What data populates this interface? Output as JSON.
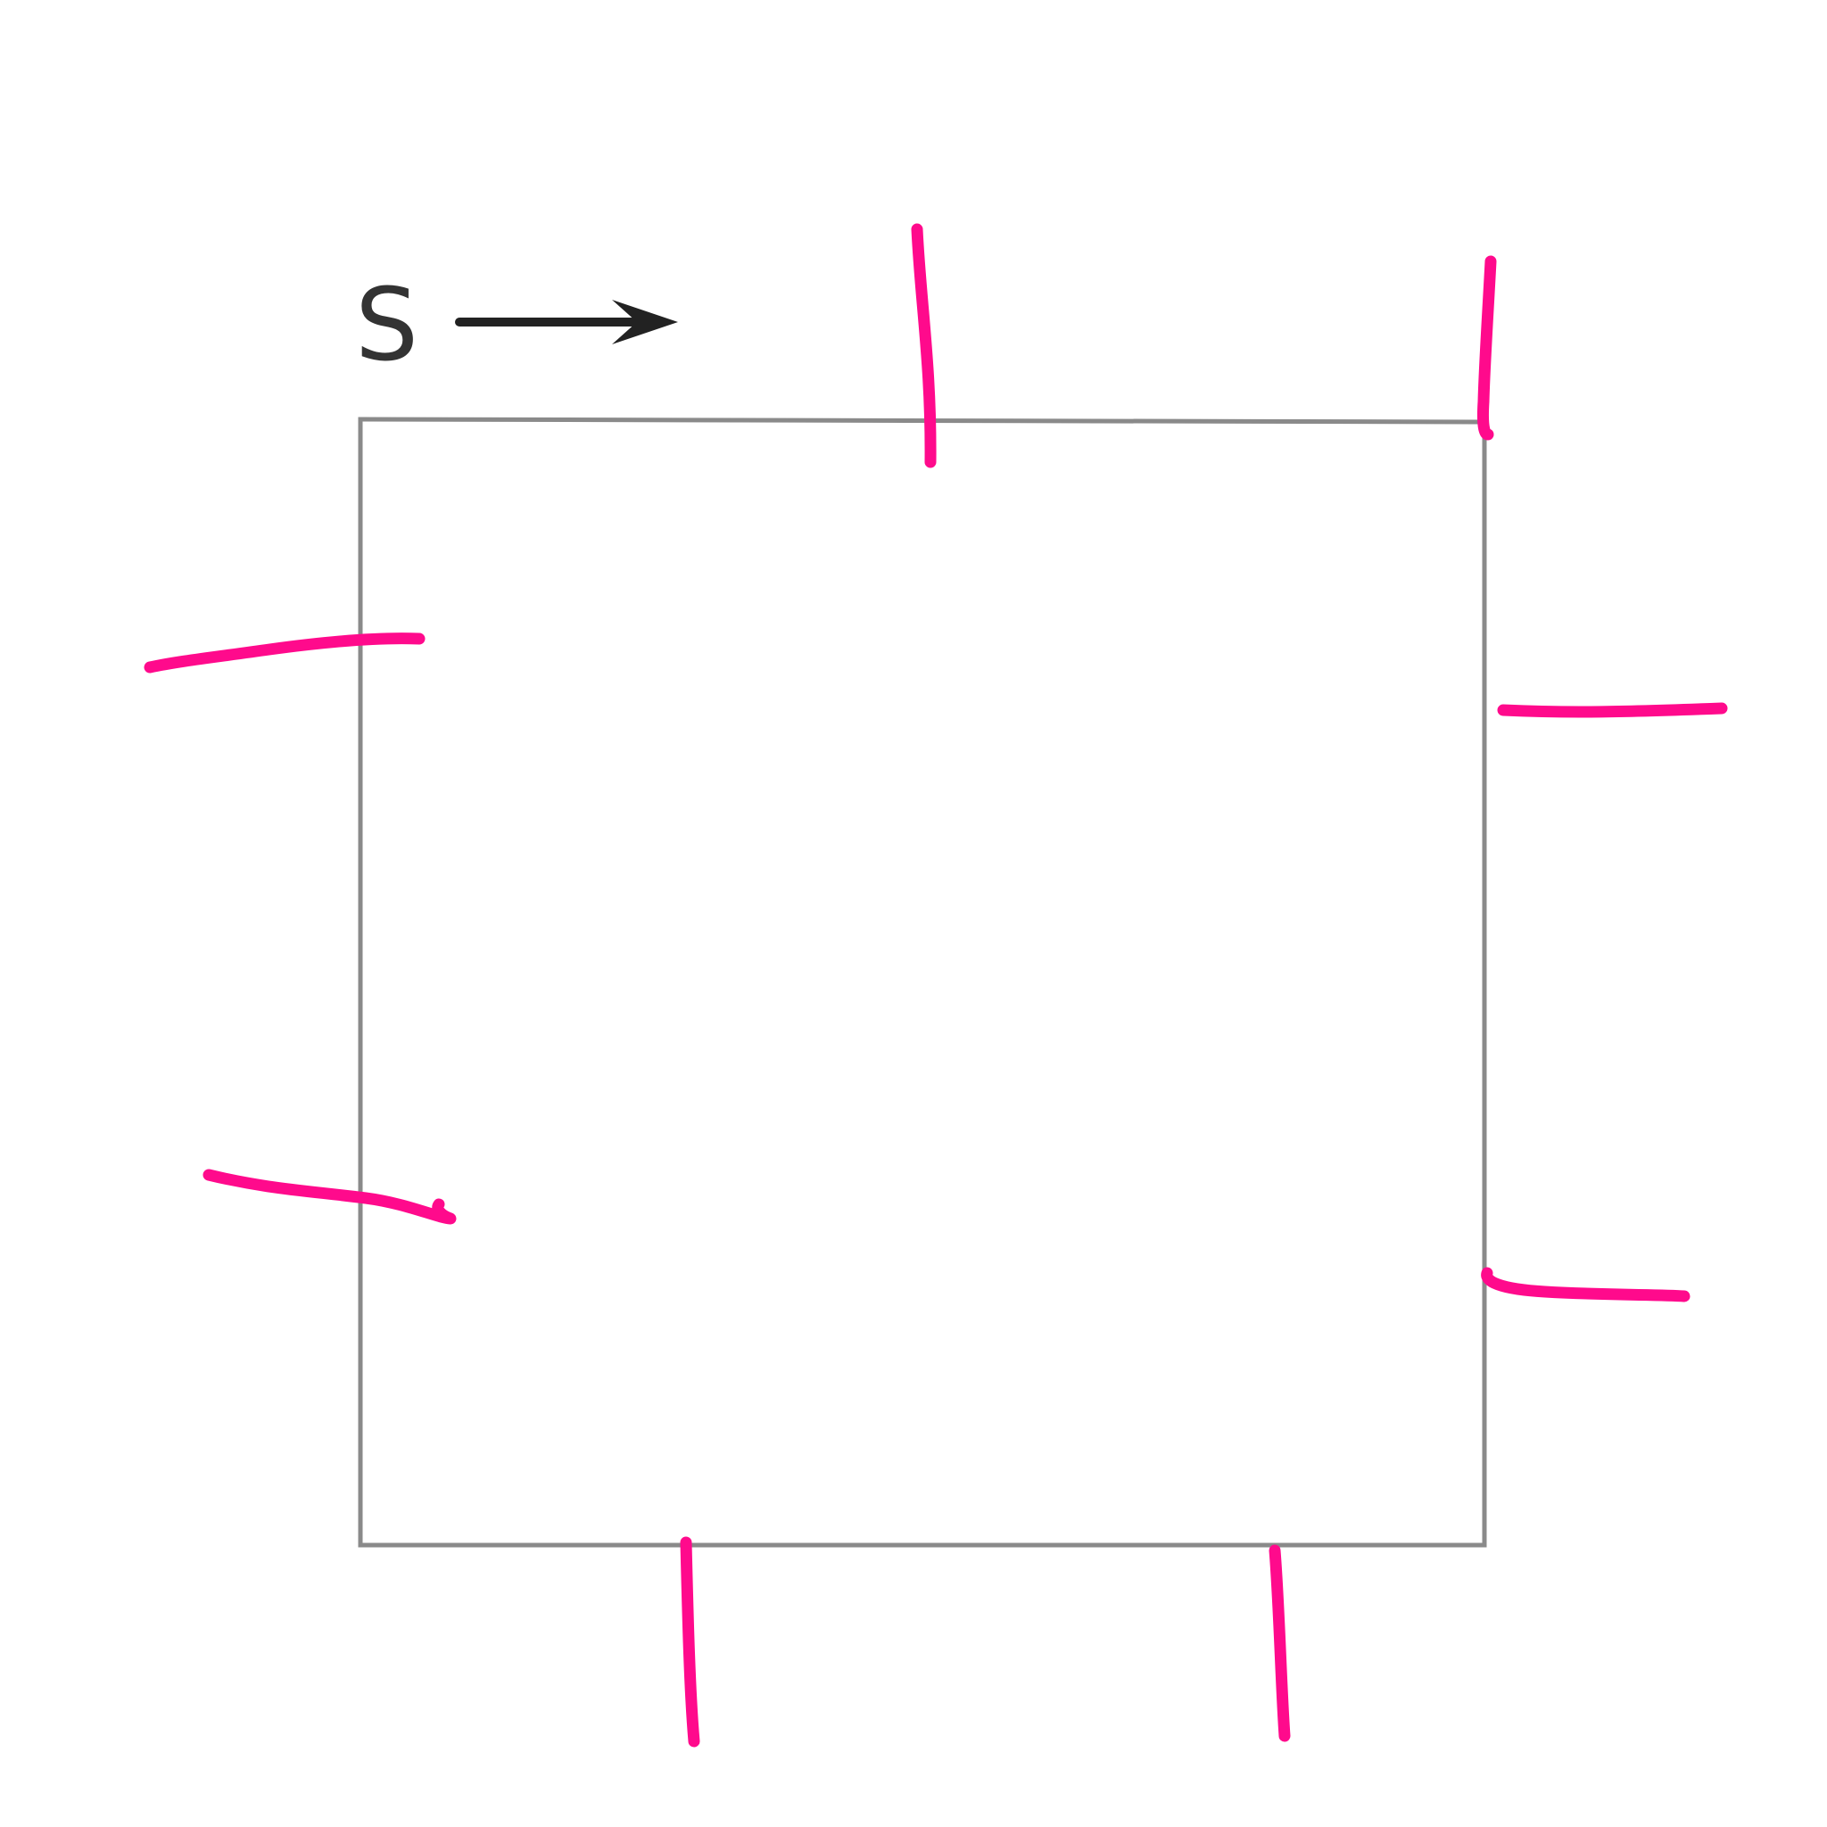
{
  "diagram": {
    "start_label": "S",
    "direction_arrow": "right-arrow",
    "shape": "square",
    "marks_per_side": 2,
    "colors": {
      "background": "#ffffff",
      "square_outline": "#8a8a8a",
      "arrow": "#222222",
      "label": "#333333",
      "hand_drawn_marks": "#ff0a8c"
    }
  }
}
